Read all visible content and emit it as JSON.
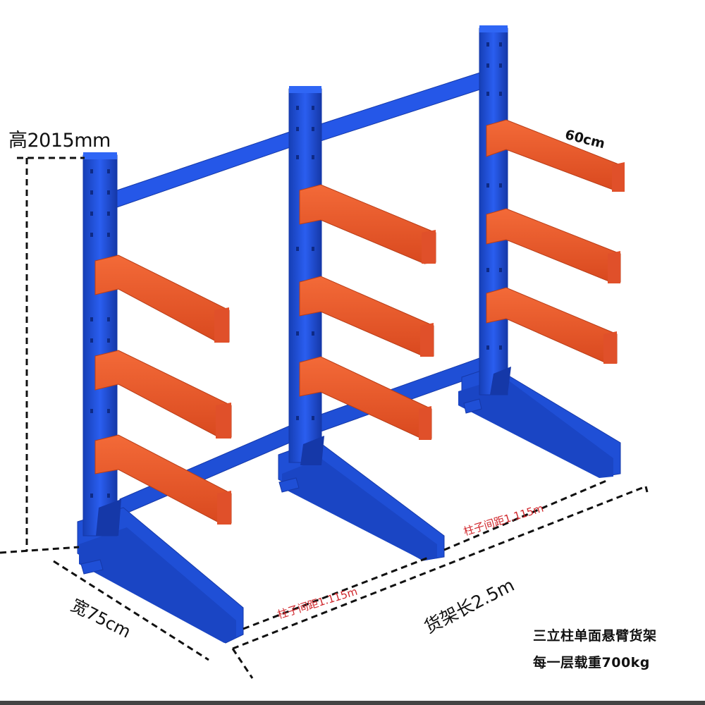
{
  "labels": {
    "height": "高2015mm",
    "arm_length": "60cm",
    "width": "宽75cm",
    "length": "货架长2.5m",
    "column_spacing_1": "柱子间距1.115m",
    "column_spacing_2": "柱子间距1.115m"
  },
  "caption": {
    "line1": "三立柱单面悬臂货架",
    "line2": "每一层载重700kg"
  },
  "colors": {
    "column_blue": "#1f4fd6",
    "column_dark": "#1538a8",
    "arm_orange": "#ee5a2a",
    "arm_dark": "#c2441d",
    "dimension_line": "#111111",
    "spacing_text": "#d0262b"
  },
  "structure": {
    "columns": 3,
    "arms_per_column": 3
  }
}
